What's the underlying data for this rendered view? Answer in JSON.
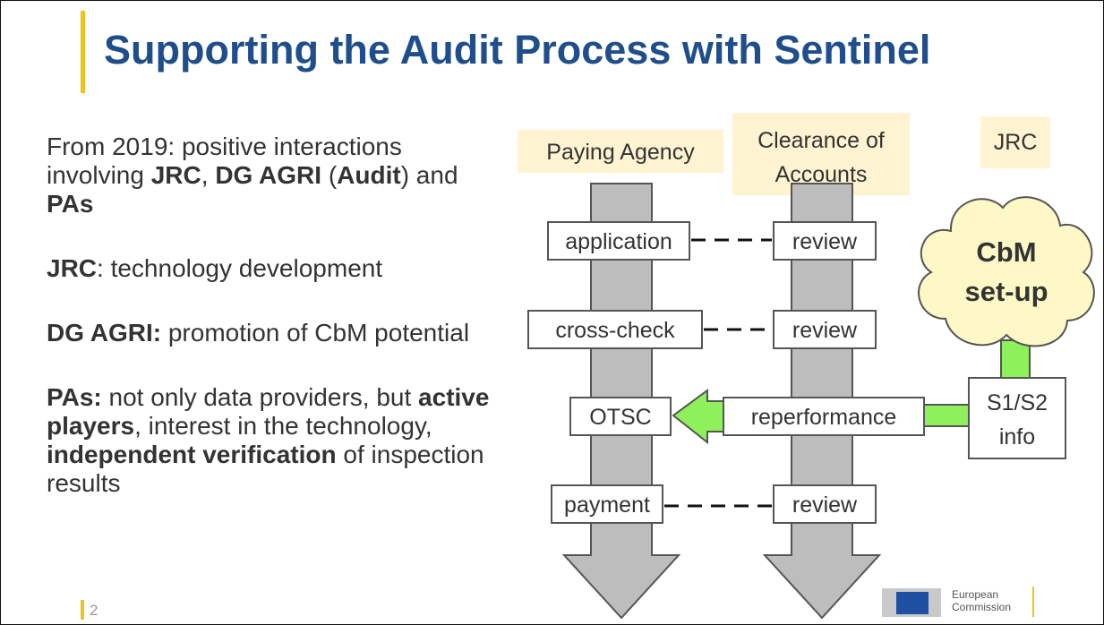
{
  "title": "Supporting the Audit Process with Sentinel",
  "left": {
    "p1_pre": "From 2019: positive interactions involving ",
    "p1_b1": "JRC",
    "p1_t1": ", ",
    "p1_b2": "DG AGRI",
    "p1_t2": " (",
    "p1_b3": "Audit",
    "p1_t3": ") and ",
    "p1_b4": "PAs",
    "p2_b": "JRC",
    "p2_t": ": technology development",
    "p3_b": "DG AGRI:",
    "p3_t": " promotion of CbM potential",
    "p4_b1": "PAs:",
    "p4_t1": " not only data providers, but ",
    "p4_b2": "active players",
    "p4_t2": ", interest in the technology, ",
    "p4_b3": "independent verification",
    "p4_t3": " of inspection results"
  },
  "diagram": {
    "col_paying": "Paying Agency",
    "col_clear_1": "Clearance of",
    "col_clear_2": "Accounts",
    "col_jrc": "JRC",
    "pa_steps": [
      "application",
      "cross-check",
      "OTSC",
      "payment"
    ],
    "ca_steps": [
      "review",
      "review",
      "reperformance",
      "review"
    ],
    "cloud_1": "CbM",
    "cloud_2": "set-up",
    "s1_1": "S1/S2",
    "s1_2": "info"
  },
  "colors": {
    "title": "#1f4e8c",
    "accent": "#f1c21b",
    "arrow_gray": "#bdbdbd",
    "green": "#8ef05a",
    "cloud": "#fdf8c6",
    "header_bg": "#fff3d1"
  },
  "page_number": "2",
  "logo": {
    "line1": "European",
    "line2": "Commission",
    "icon": "eu-flag-icon"
  }
}
